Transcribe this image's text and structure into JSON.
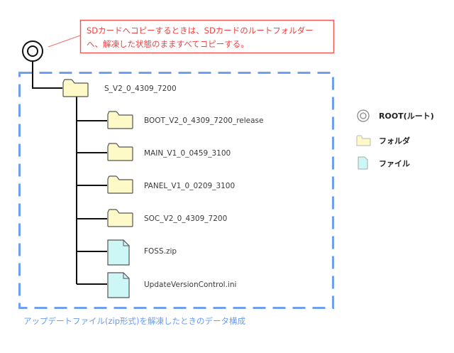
{
  "callout": {
    "line1": "SDカードへコピーするときは、SDカードのルートフォルダー",
    "line2": "へ、解凍した状態のまますべてコピーする。"
  },
  "tree": {
    "root": {
      "type": "root"
    },
    "top_folder": {
      "name": "S_V2_0_4309_7200",
      "type": "folder"
    },
    "children": [
      {
        "name": "BOOT_V2_0_4309_7200_release",
        "type": "folder"
      },
      {
        "name": "MAIN_V1_0_0459_3100",
        "type": "folder"
      },
      {
        "name": "PANEL_V1_0_0209_3100",
        "type": "folder"
      },
      {
        "name": "SOC_V2_0_4309_7200",
        "type": "folder"
      },
      {
        "name": "FOSS.zip",
        "type": "file"
      },
      {
        "name": "UpdateVersionControl.ini",
        "type": "file"
      }
    ]
  },
  "legend": {
    "items": [
      {
        "icon": "root-icon",
        "label": "ROOT(ルート)"
      },
      {
        "icon": "folder-icon",
        "label": "フォルダ"
      },
      {
        "icon": "file-icon",
        "label": "ファイル"
      }
    ]
  },
  "caption": "アップデートファイル(zip形式)を解凍したときのデータ構成",
  "colors": {
    "folder_fill": "#fdfac8",
    "file_fill": "#cdf7f7",
    "dashed_border": "#6fa0f0",
    "callout_red": "#f04040",
    "caption_blue": "#6a9cf0"
  }
}
